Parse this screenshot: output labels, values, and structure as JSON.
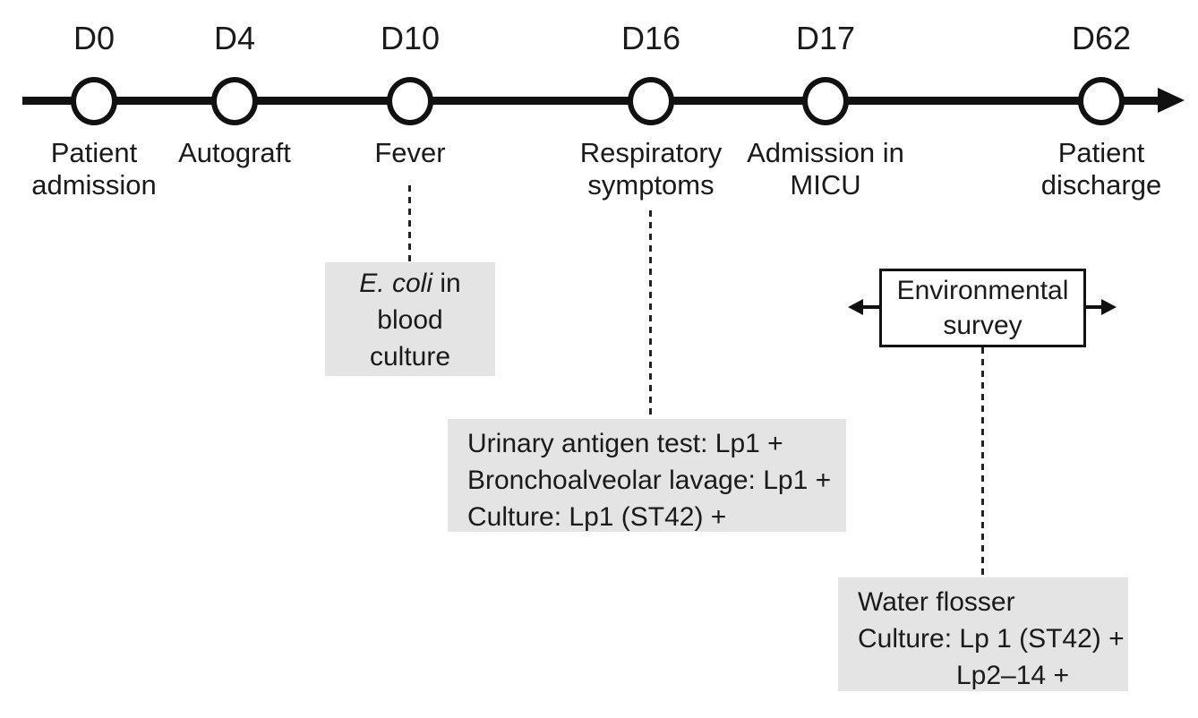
{
  "timeline": {
    "events": [
      {
        "day": "D0",
        "label": "Patient\nadmission"
      },
      {
        "day": "D4",
        "label": "Autograft"
      },
      {
        "day": "D10",
        "label": "Fever"
      },
      {
        "day": "D16",
        "label": "Respiratory\nsymptoms"
      },
      {
        "day": "D17",
        "label": "Admission in\nMICU"
      },
      {
        "day": "D62",
        "label": "Patient\ndischarge"
      }
    ]
  },
  "boxes": {
    "blood_culture": {
      "organism": "E. coli",
      "line1_rest": " in",
      "line2": "blood",
      "line3": "culture"
    },
    "lab_results": {
      "line1": "Urinary antigen test: Lp1 +",
      "line2": "Bronchoalveolar lavage: Lp1 +",
      "line3": "Culture: Lp1 (ST42) +"
    },
    "environmental_survey": {
      "label": "Environmental\nsurvey"
    },
    "water_flosser": {
      "line1": "Water flosser",
      "line2": "Culture: Lp 1 (ST42) +",
      "line3": "Lp2–14 +"
    }
  },
  "colors": {
    "box_fill_gray": "#e4e4e4",
    "line_black": "#111111",
    "text": "#1a1a1a"
  }
}
